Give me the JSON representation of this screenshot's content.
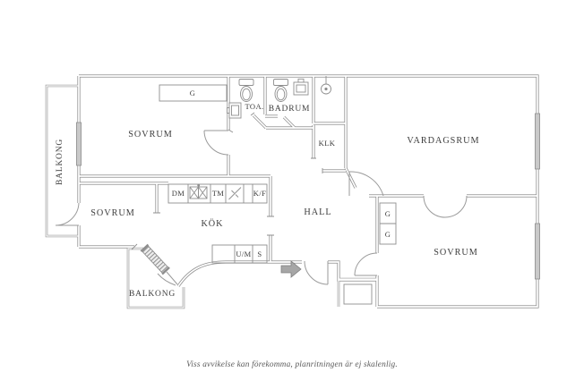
{
  "page": {
    "background": "#ffffff"
  },
  "colors": {
    "wall": "#8e8e8e",
    "text": "#3d3d3d",
    "window_fill": "#c9c9c9",
    "arrow_fill": "#a6a6a6",
    "caption_text": "#5a5a5a"
  },
  "plan": {
    "rooms": {
      "balkong_left": "BALKONG",
      "sovrum_top": "SOVRUM",
      "toa": "TOA.",
      "badrum": "BADRUM",
      "klk": "KLK",
      "vardagsrum": "VARDAGSRUM",
      "sovrum_left": "SOVRUM",
      "kok": "KÖK",
      "hall": "HALL",
      "sovrum_right": "SOVRUM",
      "balkong_bottom": "BALKONG"
    },
    "fixtures": {
      "closet_top": "G",
      "dm": "DM",
      "tm": "TM",
      "kf": "K/F",
      "um": "U/M",
      "s": "S",
      "g_upper": "G",
      "g_lower": "G"
    },
    "caption": "Viss avvikelse kan förekomma, planritningen är ej skalenlig."
  }
}
